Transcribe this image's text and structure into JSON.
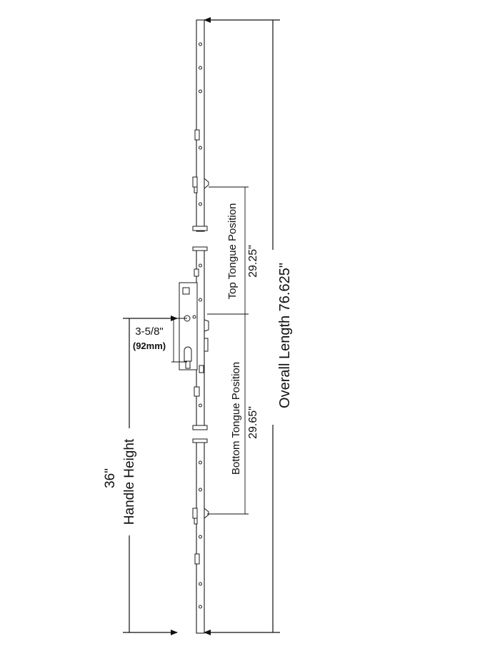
{
  "labels": {
    "overall_length": "Overall  Length  76.625\"",
    "top_tongue_title": "Top Tongue Position",
    "top_tongue_value": "29.25\"",
    "bottom_tongue_title": "Bottom Tongue Position",
    "bottom_tongue_value": "29.65\"",
    "backset_value": "3-5/8\"",
    "backset_metric": "(92mm)",
    "handle_value": "36\"",
    "handle_title": "Handle Height"
  }
}
